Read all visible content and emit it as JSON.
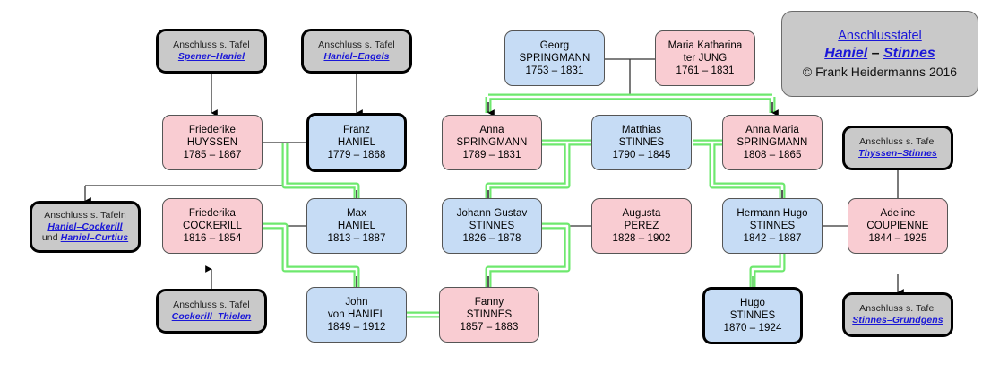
{
  "title_card": {
    "line1": "Anschlusstafel",
    "name_left": "Haniel",
    "dash": " – ",
    "name_right": "Stinnes",
    "copyright": "© Frank Heidermanns 2016"
  },
  "labels": {
    "ref_prefix_singular": "Anschluss s. Tafel",
    "ref_prefix_plural": "Anschluss s. Tafeln",
    "conjunction": "und"
  },
  "colors": {
    "male": "#c6dcf5",
    "female": "#f9ccd2",
    "reference": "#c9c9c9",
    "link": "#1a17d8",
    "highlight": "#6ee86e",
    "line": "#333333"
  },
  "references": [
    {
      "id": "ref-spener-haniel",
      "prefix": "Anschluss s. Tafel",
      "link1": "Spener–Haniel"
    },
    {
      "id": "ref-haniel-engels",
      "prefix": "Anschluss s. Tafel",
      "link1": "Haniel–Engels"
    },
    {
      "id": "ref-thyssen-stinnes",
      "prefix": "Anschluss s. Tafel",
      "link1": "Thyssen–Stinnes"
    },
    {
      "id": "ref-haniel-cockerill",
      "prefix": "Anschluss s. Tafeln",
      "link1": "Haniel–Cockerill",
      "conj": "und ",
      "link2": "Haniel–Curtius"
    },
    {
      "id": "ref-cockerill-thielen",
      "prefix": "Anschluss s. Tafel",
      "link1": "Cockerill–Thielen"
    },
    {
      "id": "ref-stinnes-gruendgens",
      "prefix": "Anschluss s. Tafel",
      "link1": "Stinnes–Gründgens"
    }
  ],
  "people": [
    {
      "id": "georg-springmann",
      "given": "Georg",
      "surname": "SPRINGMANN",
      "dates": "1753 – 1831",
      "sex": "male",
      "emph": false
    },
    {
      "id": "maria-katharina-terjung",
      "given": "Maria Katharina",
      "surname": "ter JUNG",
      "dates": "1761 – 1831",
      "sex": "female",
      "emph": false
    },
    {
      "id": "friederike-huyssen",
      "given": "Friederike",
      "surname": "HUYSSEN",
      "dates": "1785 – 1867",
      "sex": "female",
      "emph": false
    },
    {
      "id": "franz-haniel",
      "given": "Franz",
      "surname": "HANIEL",
      "dates": "1779 – 1868",
      "sex": "male",
      "emph": true
    },
    {
      "id": "anna-springmann",
      "given": "Anna",
      "surname": "SPRINGMANN",
      "dates": "1789 – 1831",
      "sex": "female",
      "emph": false
    },
    {
      "id": "matthias-stinnes",
      "given": "Matthias",
      "surname": "STINNES",
      "dates": "1790 – 1845",
      "sex": "male",
      "emph": false
    },
    {
      "id": "anna-maria-springmann",
      "given": "Anna Maria",
      "surname": "SPRINGMANN",
      "dates": "1808 – 1865",
      "sex": "female",
      "emph": false
    },
    {
      "id": "friederika-cockerill",
      "given": "Friederika",
      "surname": "COCKERILL",
      "dates": "1816 – 1854",
      "sex": "female",
      "emph": false
    },
    {
      "id": "max-haniel",
      "given": "Max",
      "surname": "HANIEL",
      "dates": "1813 – 1887",
      "sex": "male",
      "emph": false
    },
    {
      "id": "johann-gustav-stinnes",
      "given": "Johann Gustav",
      "surname": "STINNES",
      "dates": "1826 – 1878",
      "sex": "male",
      "emph": false
    },
    {
      "id": "augusta-perez",
      "given": "Augusta",
      "surname": "PEREZ",
      "dates": "1828 – 1902",
      "sex": "female",
      "emph": false
    },
    {
      "id": "hermann-hugo-stinnes",
      "given": "Hermann Hugo",
      "surname": "STINNES",
      "dates": "1842 – 1887",
      "sex": "male",
      "emph": false
    },
    {
      "id": "adeline-coupienne",
      "given": "Adeline",
      "surname": "COUPIENNE",
      "dates": "1844 – 1925",
      "sex": "female",
      "emph": false
    },
    {
      "id": "john-von-haniel",
      "given": "John",
      "surname": "von HANIEL",
      "dates": "1849 – 1912",
      "sex": "male",
      "emph": false
    },
    {
      "id": "fanny-stinnes",
      "given": "Fanny",
      "surname": "STINNES",
      "dates": "1857 – 1883",
      "sex": "female",
      "emph": false
    },
    {
      "id": "hugo-stinnes",
      "given": "Hugo",
      "surname": "STINNES",
      "dates": "1870 – 1924",
      "sex": "male",
      "emph": true
    }
  ]
}
